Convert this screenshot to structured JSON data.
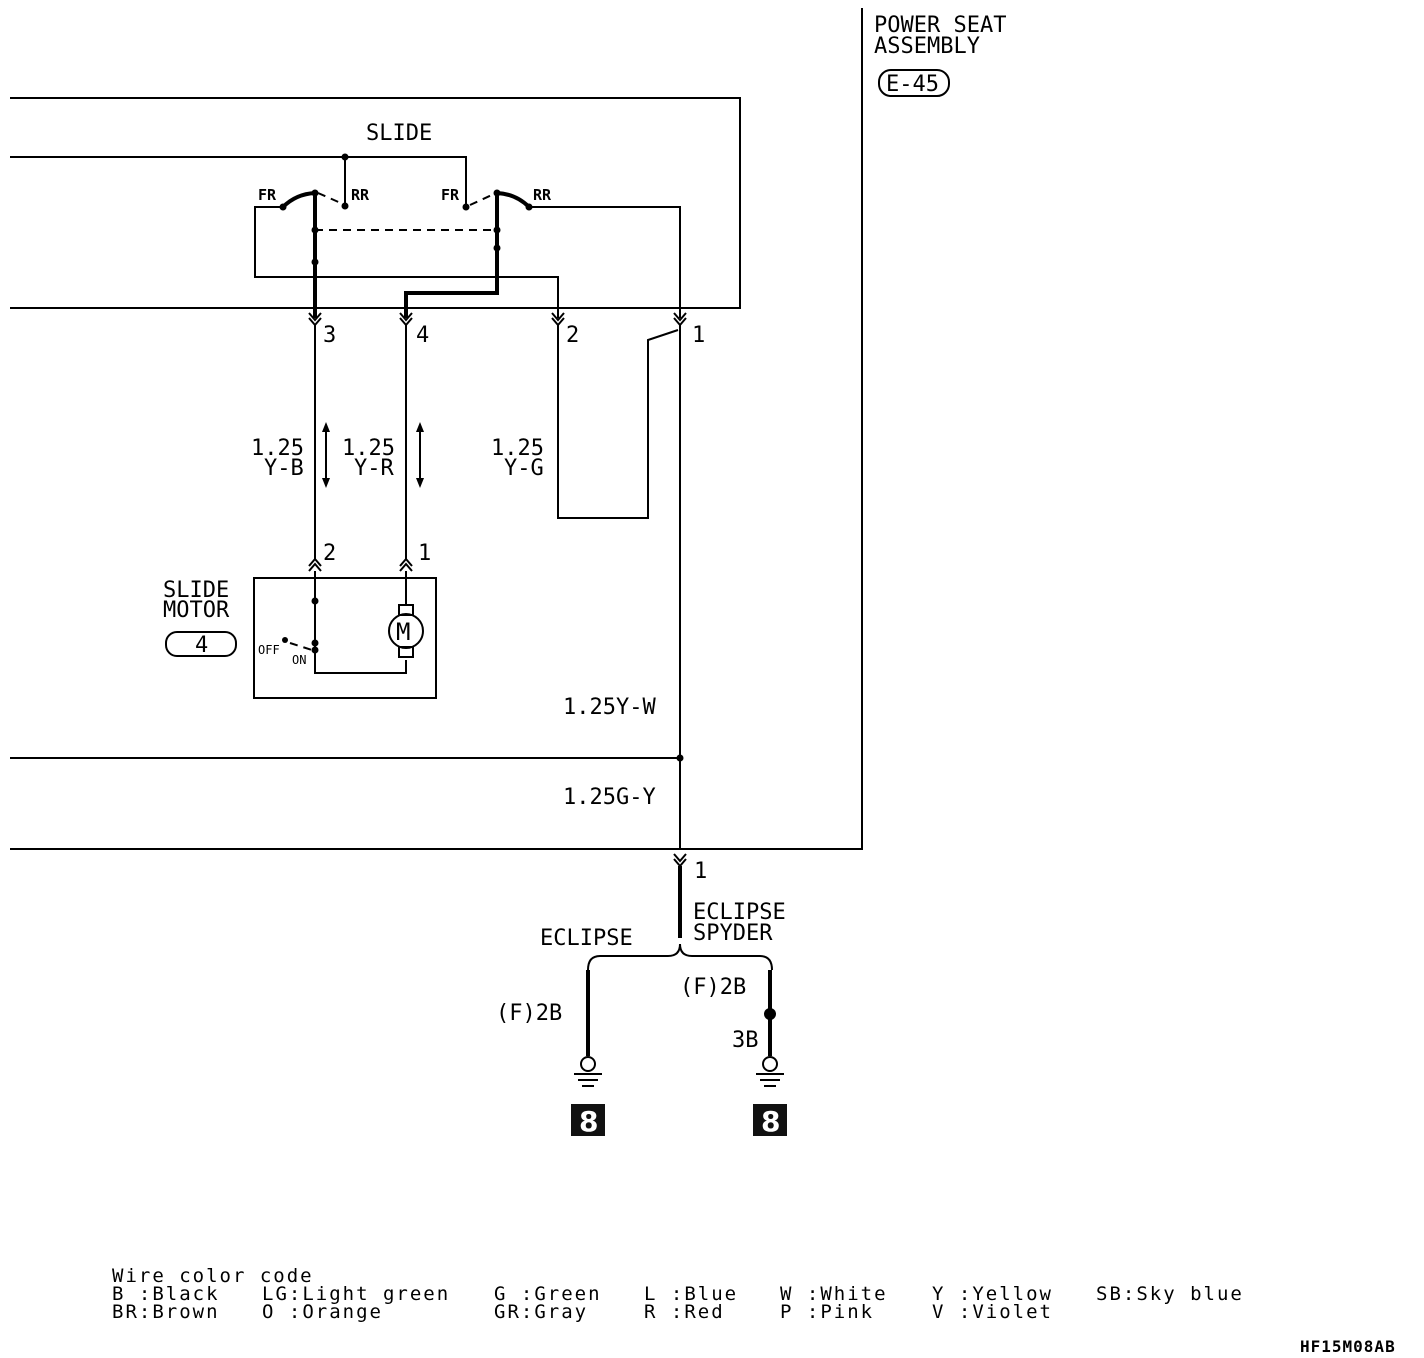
{
  "assembly": {
    "title_line1": "POWER SEAT",
    "title_line2": "ASSEMBLY",
    "connector": "E-45"
  },
  "switch": {
    "label": "SLIDE",
    "fr_left": "FR",
    "rr_left": "RR",
    "fr_right": "FR",
    "rr_right": "RR"
  },
  "pins": {
    "p3": "3",
    "p4": "4",
    "p2": "2",
    "p1": "1"
  },
  "wires": {
    "yb_gauge": "1.25",
    "yb_color": "Y-B",
    "yr_gauge": "1.25",
    "yr_color": "Y-R",
    "yg_gauge": "1.25",
    "yg_color": "Y-G",
    "yw": "1.25Y-W",
    "gy": "1.25G-Y"
  },
  "motor": {
    "label_line1": "SLIDE",
    "label_line2": "MOTOR",
    "connector": "4",
    "pin2": "2",
    "pin1": "1",
    "symbol": "M",
    "off": "OFF",
    "on": "ON"
  },
  "ground": {
    "pin": "1",
    "eclipse": "ECLIPSE",
    "spyder_line1": "ECLIPSE",
    "spyder_line2": "SPYDER",
    "left_wire": "(F)2B",
    "right_wire": "(F)2B",
    "right_wire2": "3B",
    "left_ground": "8",
    "right_ground": "8"
  },
  "legend": {
    "title": "Wire color code",
    "rows": [
      [
        "B :Black",
        "LG:Light green",
        "G :Green",
        "L :Blue",
        "W :White",
        "Y :Yellow",
        "SB:Sky blue"
      ],
      [
        "BR:Brown",
        "O :Orange",
        "GR:Gray",
        "R :Red",
        "P :Pink",
        "V :Violet",
        ""
      ]
    ]
  },
  "figure_code": "HF15M08AB"
}
